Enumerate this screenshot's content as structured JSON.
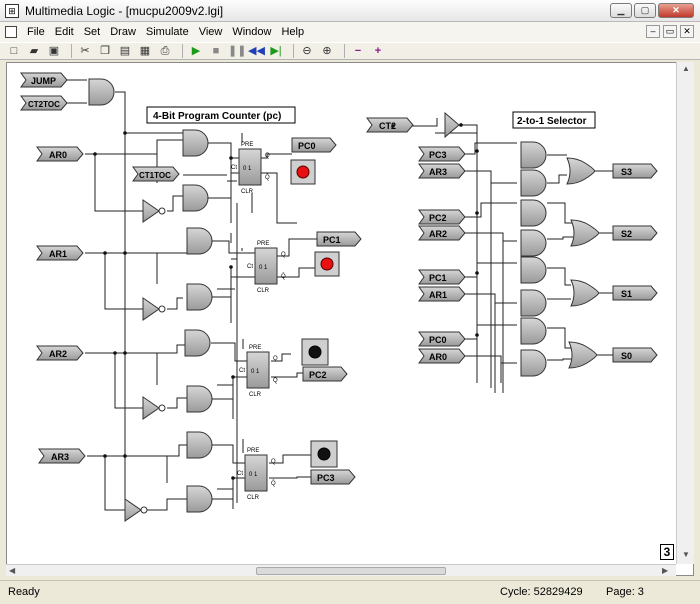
{
  "window": {
    "title": "Multimedia Logic - [mucpu2009v2.lgi]"
  },
  "menu": {
    "items": [
      "File",
      "Edit",
      "Set",
      "Draw",
      "Simulate",
      "View",
      "Window",
      "Help"
    ]
  },
  "canvas": {
    "pins_in": [
      "JUMP",
      "CT2TOC",
      "AR0",
      "CT1TOC",
      "AR1",
      "AR2",
      "AR3",
      "CT2",
      "PC3",
      "AR3",
      "PC2",
      "AR2",
      "PC1",
      "AR1",
      "PC0",
      "AR0"
    ],
    "pins_out": [
      "PC0",
      "PC1",
      "PC2",
      "PC3",
      "S3",
      "S2",
      "S1",
      "S0"
    ],
    "labels": {
      "program_counter": "4-Bit Program Counter (pc)",
      "selector": "2-to-1 Selector"
    },
    "flipflop": {
      "pre": "PRE",
      "clr": "CLR",
      "ct": "Ct",
      "bits": "0 1",
      "q": "Q",
      "qbar": "Q̄"
    },
    "led_colors": [
      "#e81010",
      "#e81010",
      "#111111",
      "#111111"
    ],
    "page_box": "3"
  },
  "status": {
    "ready": "Ready",
    "cycle": "Cycle: 52829429",
    "page": "Page: 3"
  }
}
